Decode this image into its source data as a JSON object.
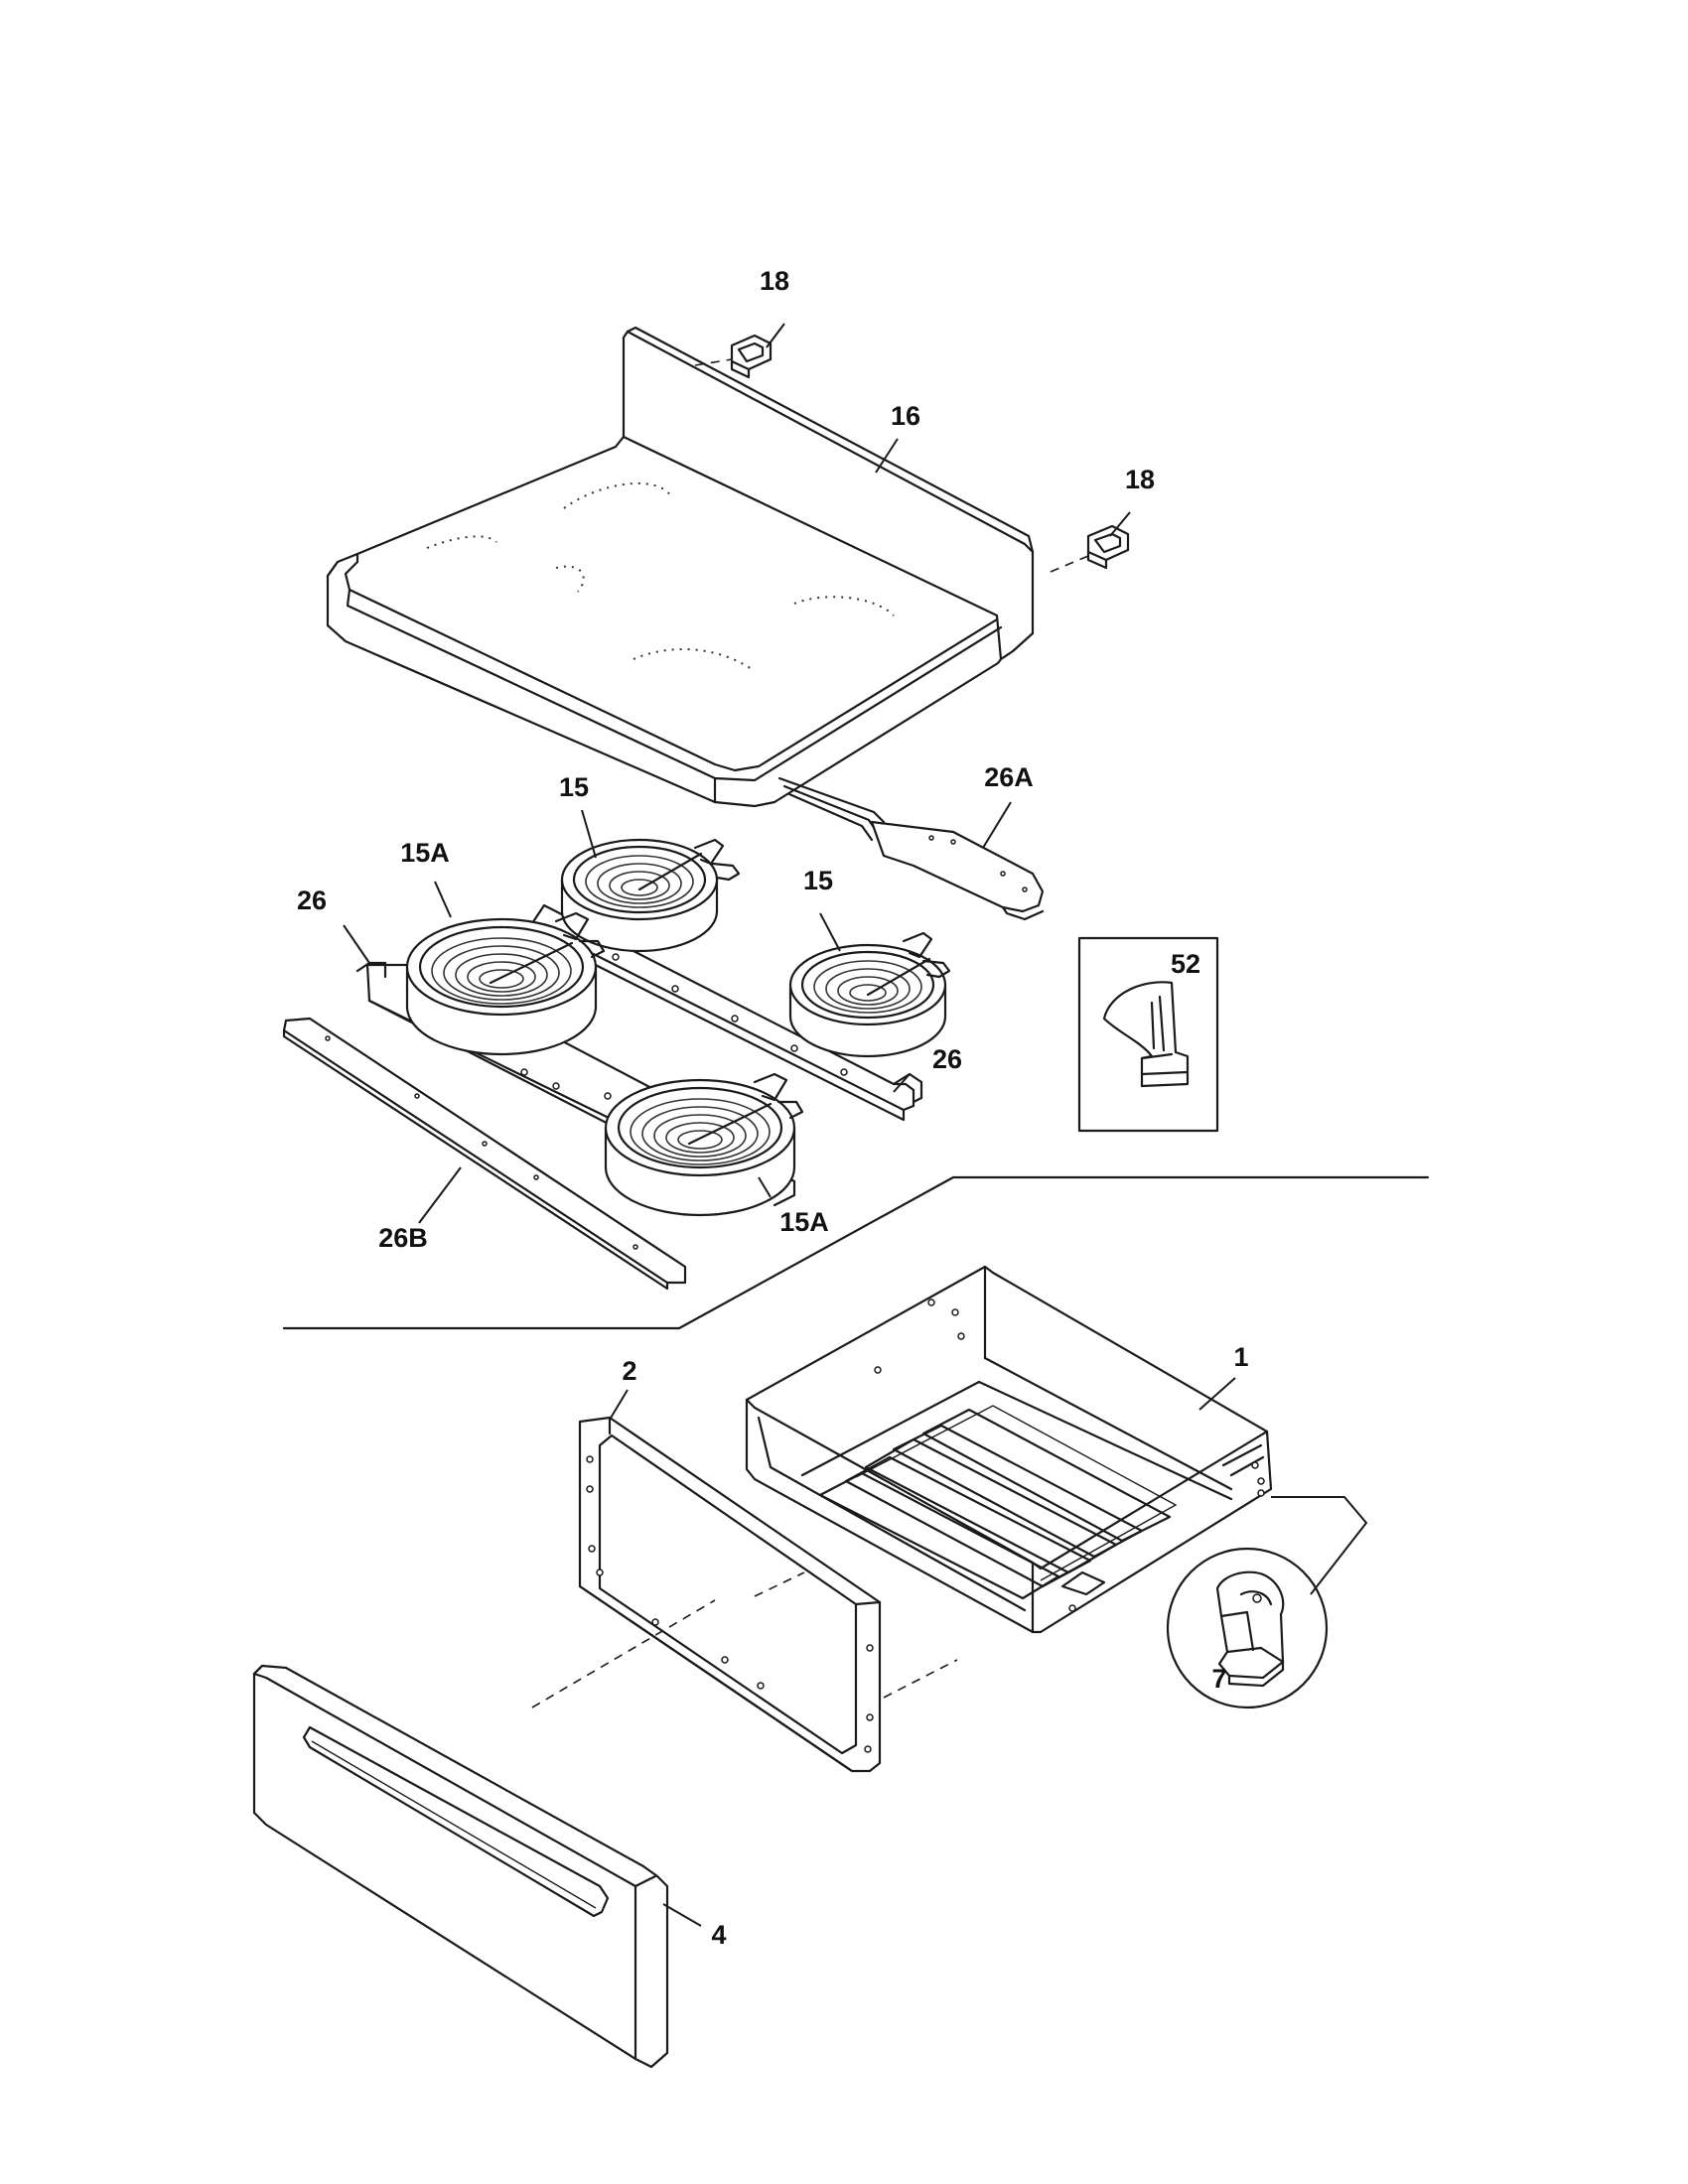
{
  "callouts": {
    "c18a": "18",
    "c16": "16",
    "c18b": "18",
    "c26a": "26A",
    "c15a_left": "15",
    "c15a_top": "15A",
    "c15b": "15",
    "c26_left": "26",
    "c52": "52",
    "c26_right": "26",
    "c15a_bottom": "15A",
    "c26b": "26B",
    "c1": "1",
    "c2": "2",
    "c7": "7",
    "c4": "4"
  }
}
